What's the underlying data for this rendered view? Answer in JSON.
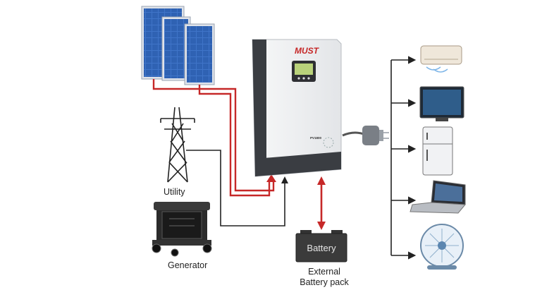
{
  "labels": {
    "utility": "Utility",
    "generator": "Generator",
    "battery": "Battery",
    "external_line1": "External",
    "external_line2": "Battery pack"
  },
  "inverter": {
    "brand": "MUST",
    "model": "PV1800"
  },
  "colors": {
    "ac_line": "#c62828",
    "dc_line": "#c62828",
    "wire": "#222222",
    "panel_blue": "#2f64b8",
    "inverter_body": "#e9eaec",
    "inverter_dark": "#3a3d42",
    "lcd": "#b9d27a"
  },
  "icons": [
    "solar-panel-icon",
    "power-tower-icon",
    "generator-icon",
    "battery-icon",
    "plug-icon",
    "air-conditioner-icon",
    "tv-icon",
    "fridge-icon",
    "laptop-icon",
    "fan-icon"
  ]
}
